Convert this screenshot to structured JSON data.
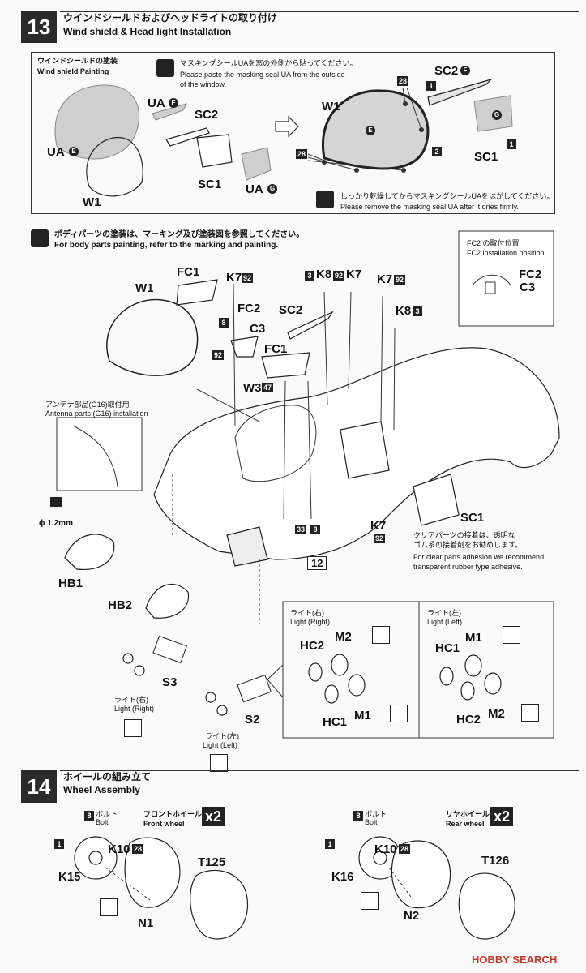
{
  "step13": {
    "number": "13",
    "title_jp": "ウインドシールドおよびヘッドライトの取り付け",
    "title_en": "Wind shield & Head light Installation"
  },
  "windshield_painting": {
    "title_jp": "ウインドシールドの塗装",
    "title_en": "Wind shield Painting",
    "note1_jp": "マスキングシールUAを窓の外側から貼ってください。",
    "note1_en_1": "Please paste the masking seal UA from the outside",
    "note1_en_2": "of the window.",
    "note2_jp": "しっかり乾燥してからマスキングシールUAをはがしてください。",
    "note2_en": "Please remove the masking seal UA after it dries firmly.",
    "labels": {
      "ua": "UA",
      "ua_f": "UA",
      "sc2": "SC2",
      "sc1": "SC1",
      "w1": "W1",
      "ua_g": "UA",
      "w1_right": "W1",
      "sc2_right": "SC2",
      "sc1_right": "SC1"
    },
    "circles": {
      "e": "E",
      "f": "F",
      "g": "G"
    },
    "paint_codes": {
      "c28": "28",
      "c2": "2",
      "c1": "1"
    }
  },
  "body_paint_note": {
    "jp": "ボディパーツの塗装は、マーキング及び塗装図を参照してください。",
    "en": "For body parts painting, refer to the marking and painting."
  },
  "fc2_box": {
    "title_jp": "FC2 の取付位置",
    "title_en": "FC2 installation position",
    "fc2": "FC2",
    "c3": "C3"
  },
  "antenna": {
    "jp": "アンテナ部品(G16)取付用",
    "en": "Antenna parts (G16) installation",
    "drill": "ϕ 1.2mm"
  },
  "body_labels": {
    "w1": "W1",
    "fc1_top": "FC1",
    "k7_a": "K7",
    "k7_a_code": "92",
    "k8_a": "K8",
    "k8_a_code": "3",
    "k7_b": "K7",
    "k7_b_code": "92",
    "k7_c": "K7",
    "k7_c_code": "92",
    "fc2": "FC2",
    "fc2_code": "8",
    "c3": "C3",
    "c3_code": "92",
    "sc2": "SC2",
    "fc1": "FC1",
    "k8_b": "K8",
    "k8_b_code": "3",
    "w3": "W3",
    "w3_code": "47",
    "sc1": "SC1",
    "k7_d": "K7",
    "k7_d_code": "92",
    "code_33": "33",
    "code_8": "8",
    "ref_12": "12",
    "hb1": "HB1",
    "hb2": "HB2",
    "s3": "S3",
    "s2": "S2"
  },
  "clear_note": {
    "jp_1": "クリアパーツの接着は、透明な",
    "jp_2": "ゴム系の接着剤をお勧めします。",
    "en_1": "For clear parts adhesion we recommend",
    "en_2": "transparent rubber type adhesive."
  },
  "lights": {
    "right_jp": "ライト(右)",
    "right_en": "Light (Right)",
    "left_jp": "ライト(左)",
    "left_en": "Light (Left)",
    "right_box_jp": "ライト(右)",
    "right_box_en": "Light (Right)",
    "left_box_jp": "ライト(左)",
    "left_box_en": "Light (Left)",
    "hc2": "HC2",
    "m2": "M2",
    "hc1": "HC1",
    "m1": "M1",
    "hc1_l": "HC1",
    "m1_l": "M1",
    "hc2_l": "HC2",
    "m2_l": "M2"
  },
  "step14": {
    "number": "14",
    "title_jp": "ホイールの組み立て",
    "title_en": "Wheel Assembly",
    "front_jp": "フロントホイール",
    "front_en": "Front wheel",
    "rear_jp": "リヤホイール",
    "rear_en": "Rear wheel",
    "x2": "x2",
    "bolt_jp": "ボルト",
    "bolt_en": "Bolt",
    "bolt_code": "8",
    "code_1": "1",
    "k10": "K10",
    "k10_code": "28",
    "k15": "K15",
    "k16": "K16",
    "n1": "N1",
    "n2": "N2",
    "t125": "T125",
    "t126": "T126"
  },
  "watermark": "HOBBY SEARCH"
}
